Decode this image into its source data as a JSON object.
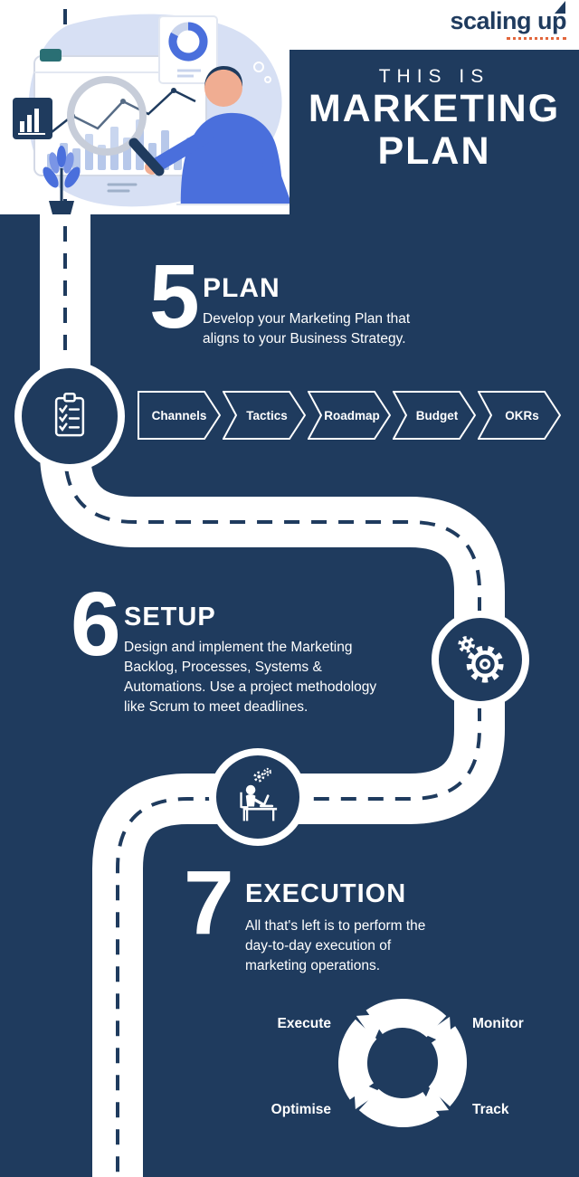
{
  "colors": {
    "navy": "#1f3b5e",
    "white": "#ffffff",
    "accent_blue": "#4a6fdc",
    "light_blue": "#d7e0f4",
    "bar_blue": "#b7c8ea",
    "tagline_orange": "#e2663c"
  },
  "logo": {
    "text": "scaling up"
  },
  "header": {
    "kicker": "THIS IS",
    "title_line1": "MARKETING",
    "title_line2": "PLAN"
  },
  "steps": [
    {
      "number": "5",
      "title": "PLAN",
      "description": "Develop your Marketing Plan that aligns to your Business Strategy."
    },
    {
      "number": "6",
      "title": "SETUP",
      "description": "Design and implement the Marketing Backlog, Processes, Systems & Automations. Use a project methodology like Scrum to meet deadlines."
    },
    {
      "number": "7",
      "title": "EXECUTION",
      "description": "All that's left is to perform the day-to-day execution of marketing operations."
    }
  ],
  "plan_chevrons": [
    "Channels",
    "Tactics",
    "Roadmap",
    "Budget",
    "OKRs"
  ],
  "cycle": {
    "labels": [
      "Execute",
      "Monitor",
      "Track",
      "Optimise"
    ]
  },
  "icons": {
    "step5": "checklist-icon",
    "step6": "gears-icon",
    "step7": "person-working-icon"
  }
}
